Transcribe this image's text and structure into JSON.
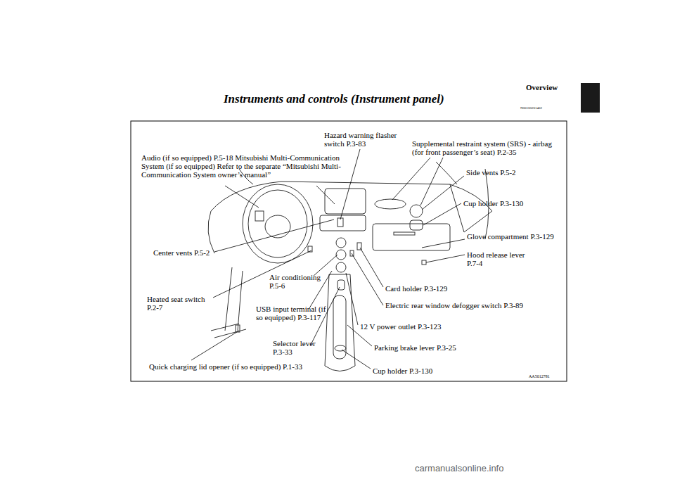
{
  "diagram": {
    "title": "Instruments and controls (Instrument panel)",
    "labels": [
      "Overview",
      "N00100201462",
      "Hazard warning flasher switch P.3-83",
      "Supplemental restraint system (SRS) - airbag (for front passenger’s seat) P.2-35",
      "Audio (if so equipped) P.5-18 Mitsubishi Multi-Communication System (if so equipped) Refer to the separate “Mitsubishi Multi-Communication System owner’s manual”",
      "Side vents P.5-2",
      "Cup holder P.3-130",
      "Glove compartment P.3-129",
      "Hood release lever P.7-4",
      "Center vents P.5-2",
      "Air conditioning P.5-6",
      "Card holder P.3-129",
      "Heated seat switch P.2-7",
      "USB input terminal (if so equipped) P.3-117",
      "Electric rear window defogger switch P.3-89",
      "12 V power outlet P.3-123",
      "Selector lever P.3-33",
      "Parking brake lever P.3-25",
      "Quick charging lid opener (if so equipped) P.1-33",
      "Cup holder P.3-130",
      "AA5012781",
      "carmanualsonline.info"
    ]
  }
}
